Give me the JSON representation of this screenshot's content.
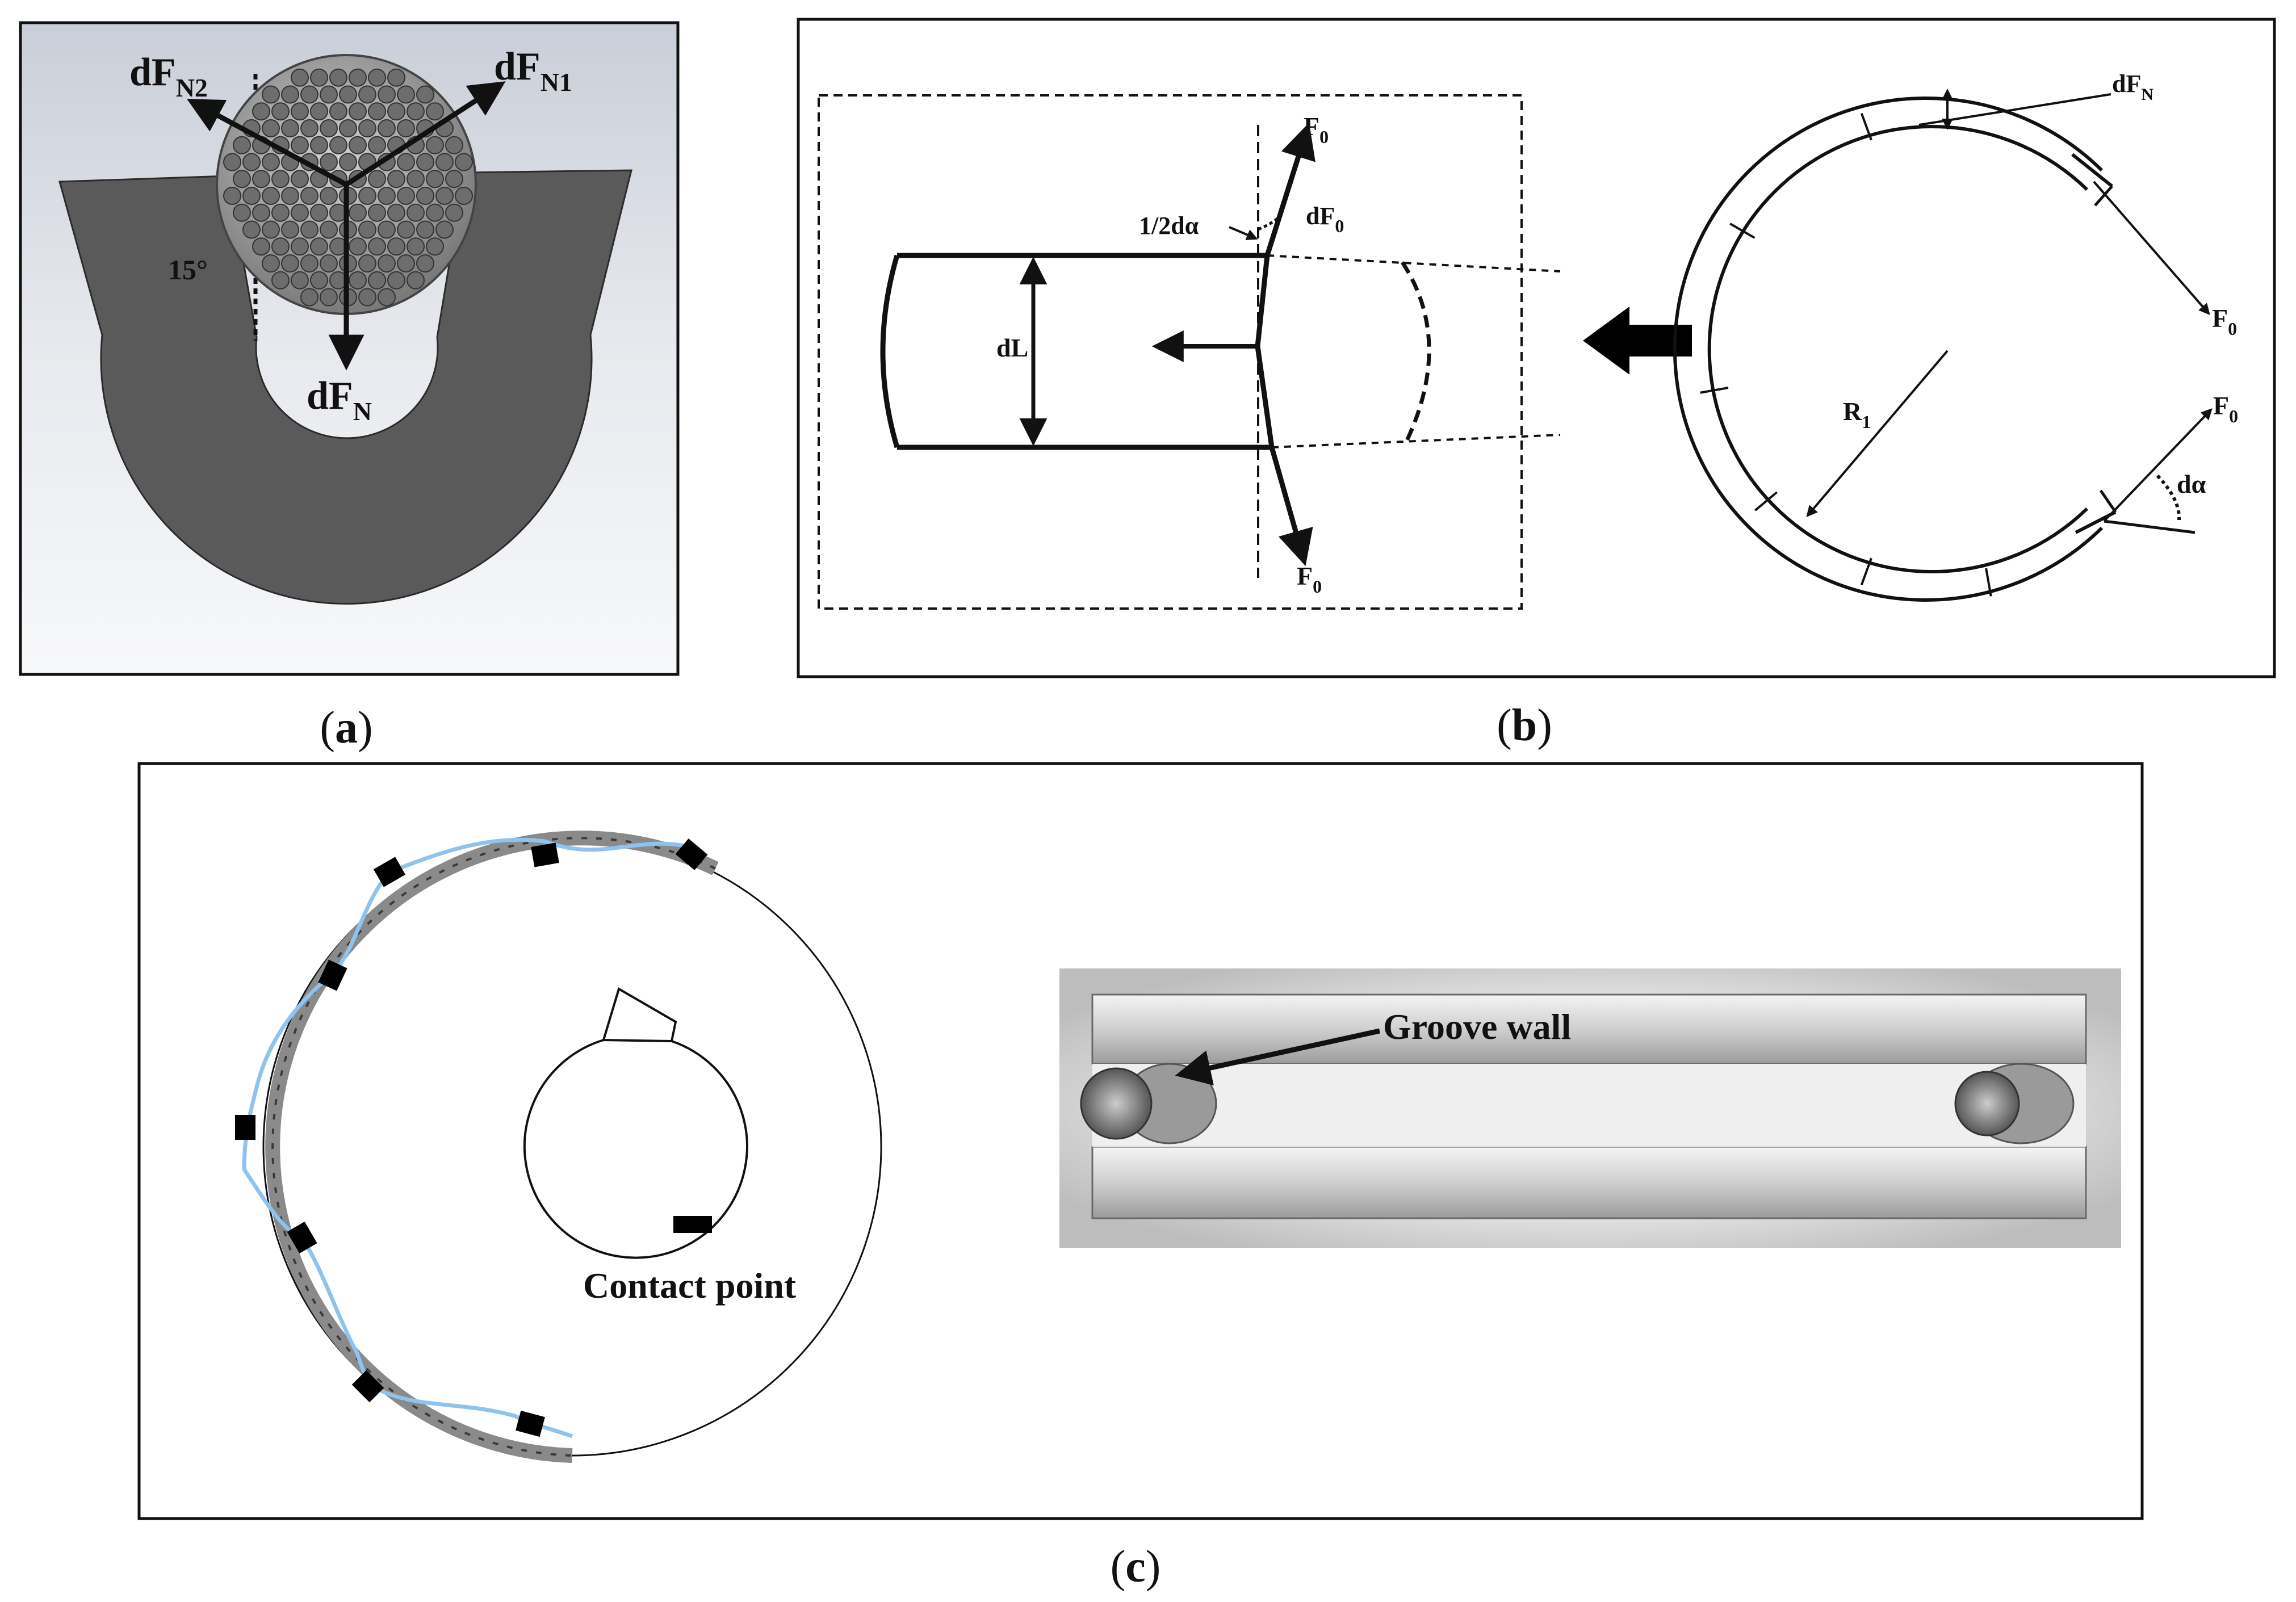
{
  "panel_a": {
    "caption_open": "(",
    "caption_letter": "a",
    "caption_close": ")",
    "labels": {
      "dfn2_main": "dF",
      "dfn2_sub": "N2",
      "dfn1_main": "dF",
      "dfn1_sub": "N1",
      "dfn_main": "dF",
      "dfn_sub": "N",
      "angle": "15°"
    }
  },
  "panel_b": {
    "caption_open": "(",
    "caption_letter": "b",
    "caption_close": ")",
    "left_detail": {
      "f0_top_main": "F",
      "f0_top_sub": "0",
      "half_dalpha": "1/2dα",
      "df0_main": "dF",
      "df0_sub": "0",
      "dl": "dL",
      "f0_bottom_main": "F",
      "f0_bottom_sub": "0"
    },
    "ring": {
      "dfn_main": "dF",
      "dfn_sub": "N",
      "f0_upper_main": "F",
      "f0_upper_sub": "0",
      "f0_lower_main": "F",
      "f0_lower_sub": "0",
      "r1_main": "R",
      "r1_sub": "1",
      "dalpha": "dα"
    }
  },
  "panel_c": {
    "caption_open": "(",
    "caption_letter": "c",
    "caption_close": ")",
    "contact_point": "Contact point",
    "groove_wall": "Groove wall"
  },
  "colors": {
    "line": "#111111",
    "u_shape": "#5a5a5a",
    "rope_gray": "#8a8a8a",
    "contact_blue": "#8fc3ef",
    "rail": "#d8d8d8"
  }
}
